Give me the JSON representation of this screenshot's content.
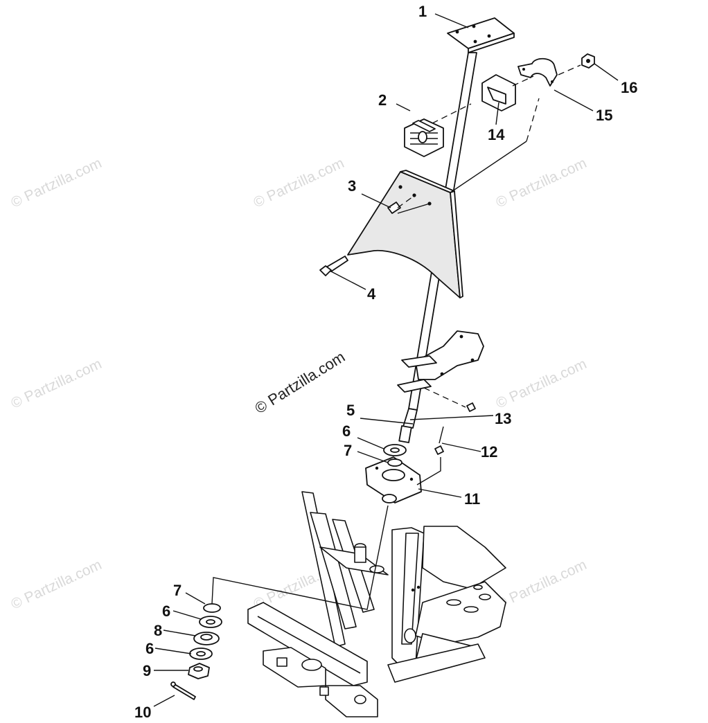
{
  "watermark_text": "© Partzilla.com",
  "callouts": {
    "p1": "1",
    "p2": "2",
    "p3": "3",
    "p4": "4",
    "p5": "5",
    "p6a": "6",
    "p7a": "7",
    "p11": "11",
    "p12": "12",
    "p13": "13",
    "p14": "14",
    "p15": "15",
    "p16": "16",
    "p7b": "7",
    "p6b": "6",
    "p8": "8",
    "p6c": "6",
    "p9": "9",
    "p10": "10"
  }
}
